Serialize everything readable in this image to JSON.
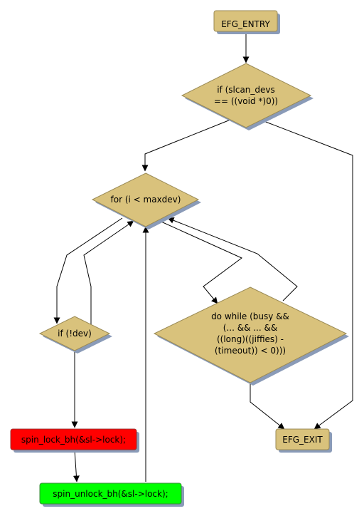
{
  "nodes": {
    "entry": {
      "lines": [
        "EFG_ENTRY"
      ]
    },
    "check": {
      "lines": [
        "if (slcan_devs",
        "== ((void *)0))"
      ]
    },
    "loop": {
      "lines": [
        "for (i < maxdev)"
      ]
    },
    "ifdev": {
      "lines": [
        "if (!dev)"
      ]
    },
    "lock": {
      "lines": [
        "spin_lock_bh(&sl->lock);"
      ]
    },
    "unlock": {
      "lines": [
        "spin_unlock_bh(&sl->lock);"
      ]
    },
    "dowhile": {
      "lines": [
        "do while (busy &&",
        "(... && ... &&",
        "((long)((jiffies) -",
        "(timeout)) < 0)))"
      ]
    },
    "exit": {
      "lines": [
        "EFG_EXIT"
      ]
    }
  },
  "colors": {
    "node_fill": "#d9c27c",
    "node_stroke": "#9a8a55",
    "shadow": "#8a9bb8",
    "lock_fill": "#ff0000",
    "unlock_fill": "#00ff00"
  }
}
